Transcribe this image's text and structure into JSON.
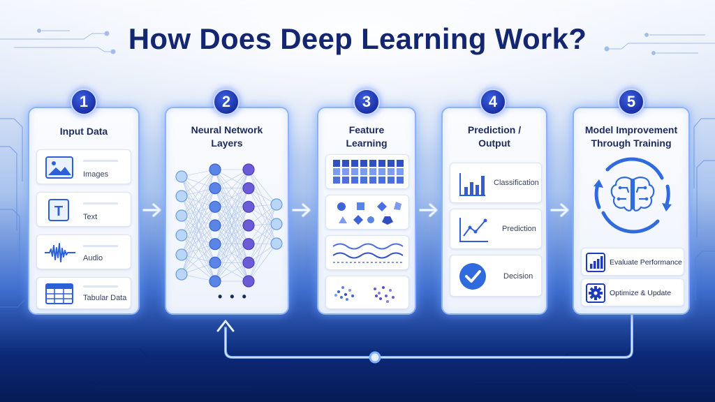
{
  "title": "How Does Deep Learning Work?",
  "steps": [
    {
      "number": "1",
      "title": "Input Data",
      "items": [
        {
          "label": "Images",
          "icon": "image-icon"
        },
        {
          "label": "Text",
          "icon": "text-icon"
        },
        {
          "label": "Audio",
          "icon": "audio-waveform-icon"
        },
        {
          "label": "Tabular Data",
          "icon": "table-icon"
        }
      ]
    },
    {
      "number": "2",
      "title_lines": [
        "Neural Network",
        "Layers"
      ],
      "ellipsis": "• • •"
    },
    {
      "number": "3",
      "title_lines": [
        "Feature",
        "Learning"
      ]
    },
    {
      "number": "4",
      "title_lines": [
        "Prediction /",
        "Output"
      ],
      "items": [
        {
          "label": "Classification",
          "icon": "bar-chart-icon"
        },
        {
          "label": "Prediction",
          "icon": "line-chart-icon"
        },
        {
          "label": "Decision",
          "icon": "checkmark-icon"
        }
      ]
    },
    {
      "number": "5",
      "title_lines": [
        "Model Improvement",
        "Through Training"
      ],
      "items": [
        {
          "label": "Evaluate Performance",
          "icon": "performance-chart-icon"
        },
        {
          "label": "Optimize & Update",
          "icon": "gear-icon"
        }
      ]
    }
  ],
  "colors": {
    "title": "#14266f",
    "badge": "#1e3bb8",
    "node_light": "#b9d6f6",
    "node_mid": "#5a84e6",
    "node_dark": "#6b5bd6",
    "glow": "#7fb0ff"
  }
}
